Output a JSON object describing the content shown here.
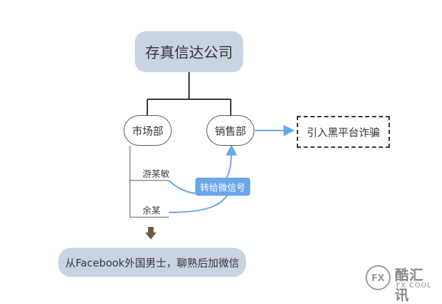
{
  "root": {
    "label": "存真信达公司"
  },
  "departments": [
    {
      "label": "市场部"
    },
    {
      "label": "销售部"
    }
  ],
  "members": [
    {
      "label": "游某敏"
    },
    {
      "label": "余某"
    }
  ],
  "action_badge": {
    "label": "转给微信号"
  },
  "outcome": {
    "label": "引入黑平台诈骗"
  },
  "source": {
    "label": "从Facebook外国男士，聊熟后加微信"
  },
  "watermark": {
    "logo_letters": "FX",
    "brand": "酷汇讯",
    "sub": "FX COOL"
  },
  "colors": {
    "node_fill": "#c9d4e3",
    "accent_blue": "#6aa6ea",
    "line": "#333333"
  }
}
